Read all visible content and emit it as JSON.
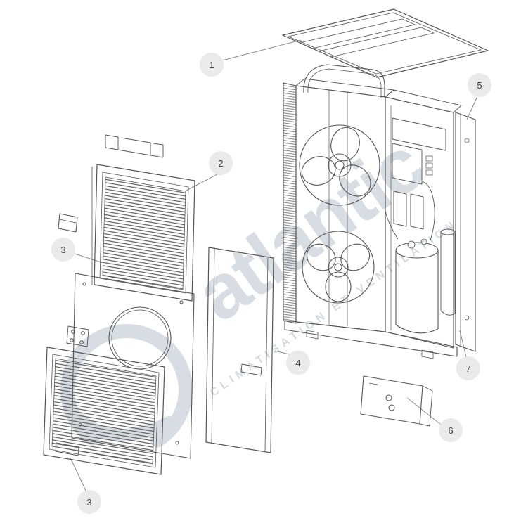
{
  "watermark": {
    "brand": "atlantic",
    "tagline": "CLIMATISATION ET VENTILATION"
  },
  "callouts": [
    {
      "label": "1"
    },
    {
      "label": "2"
    },
    {
      "label": "3"
    },
    {
      "label": "4"
    },
    {
      "label": "5"
    },
    {
      "label": "6"
    },
    {
      "label": "7"
    },
    {
      "label": "3"
    }
  ],
  "colors": {
    "line": "#555555",
    "leader": "#8a8a8a",
    "callout_bg": "#eaeaea",
    "watermark": "#d8dde3"
  }
}
